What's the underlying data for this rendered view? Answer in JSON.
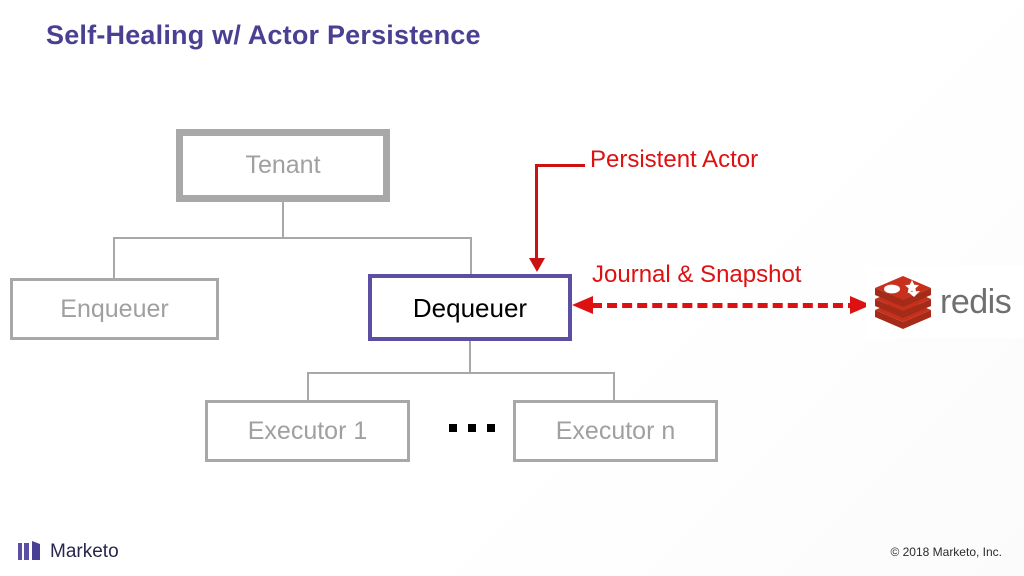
{
  "slide": {
    "title": "Self-Healing w/ Actor Persistence",
    "title_color": "#4a4093",
    "background": "#ffffff"
  },
  "diagram": {
    "nodes": [
      {
        "id": "tenant",
        "label": "Tenant",
        "style": "gray-thick",
        "border_color": "#a8a8a8",
        "text_color": "#a0a0a0"
      },
      {
        "id": "enqueuer",
        "label": "Enqueuer",
        "style": "gray",
        "border_color": "#a8a8a8",
        "text_color": "#a0a0a0"
      },
      {
        "id": "dequeuer",
        "label": "Dequeuer",
        "style": "purple",
        "border_color": "#5b4ea3",
        "text_color": "#000000"
      },
      {
        "id": "exec1",
        "label": "Executor 1",
        "style": "gray",
        "border_color": "#a8a8a8",
        "text_color": "#a0a0a0"
      },
      {
        "id": "execn",
        "label": "Executor n",
        "style": "gray",
        "border_color": "#a8a8a8",
        "text_color": "#a0a0a0"
      }
    ],
    "ellipsis": "...",
    "connector_color": "#a8a8a8"
  },
  "annotations": {
    "persistent_actor": "Persistent Actor",
    "journal_snapshot": "Journal & Snapshot",
    "color": "#dd1111"
  },
  "redis": {
    "wordmark": "redis",
    "mark_color": "#c6301c",
    "wordmark_color": "#6f6f6f"
  },
  "footer": {
    "brand": "Marketo",
    "brand_color": "#26264f",
    "mark_color": "#5b4ea3",
    "copyright": "© 2018 Marketo, Inc."
  }
}
